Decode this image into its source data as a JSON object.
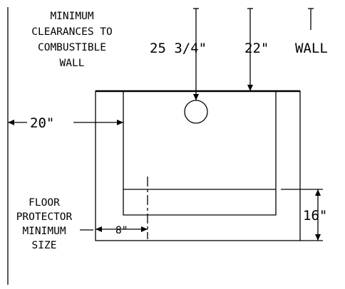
{
  "title_lines": [
    "MINIMUM",
    "CLEARANCES TO",
    "COMBUSTIBLE",
    "WALL"
  ],
  "dimensions": {
    "wall_to_flue": "25 3/4\"",
    "wall_to_protector": "22\"",
    "side_clearance": "20\"",
    "front_clearance": "16\"",
    "side_extension": "8\""
  },
  "wall_label": "WALL",
  "floor_protector_lines": [
    "FLOOR",
    "PROTECTOR",
    "MINIMUM",
    "SIZE"
  ]
}
